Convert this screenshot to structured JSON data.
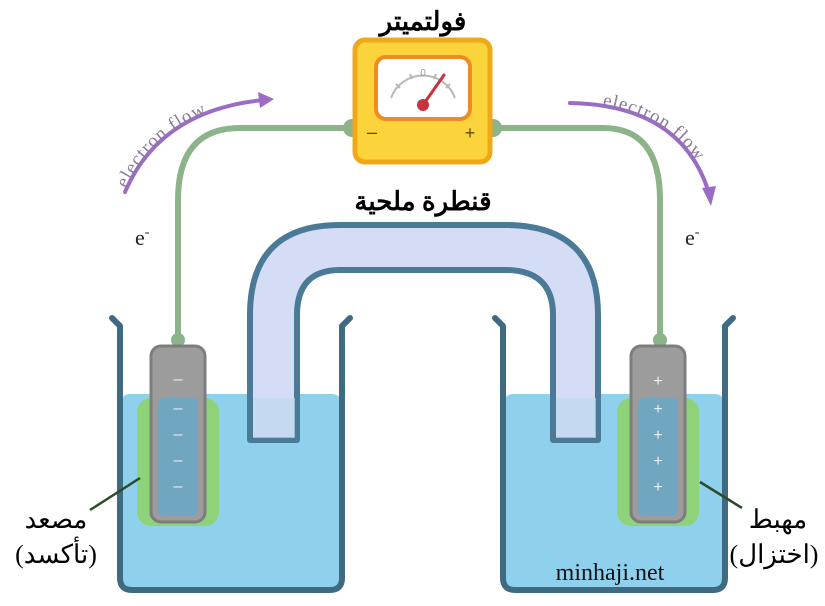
{
  "voltmeter": {
    "label": "فولتميتر",
    "minus": "–",
    "plus": "+",
    "scale_mark": "0"
  },
  "salt_bridge": {
    "label": "قنطرة ملحية"
  },
  "left_flow": {
    "label": "electron flow",
    "symbol": "e",
    "charge": "-"
  },
  "right_flow": {
    "label": "electron flow",
    "symbol": "e",
    "charge": "-"
  },
  "anode": {
    "label": "مصعد",
    "note": "(تأكسد)",
    "sign": "–"
  },
  "cathode": {
    "label": "مهبط",
    "note": "(اختزال)",
    "sign": "+"
  },
  "watermark": "minhaji.net",
  "colors": {
    "solution": "#8fd0ec",
    "beaker": "#3f6b82",
    "bridge_fill": "#d4dcf6",
    "bridge_edge": "#4a7a95",
    "wire": "#8db38a",
    "voltmeter_body": "#fbd43c",
    "voltmeter_border": "#f0a818",
    "arrow": "#9b6cc6",
    "electrode": "#9c9c9c",
    "electrode_glow": "#8ed27a"
  },
  "icons": {
    "meter": "voltmeter-icon",
    "left_arrow": "curved-arrow-icon",
    "right_arrow": "curved-arrow-icon"
  }
}
